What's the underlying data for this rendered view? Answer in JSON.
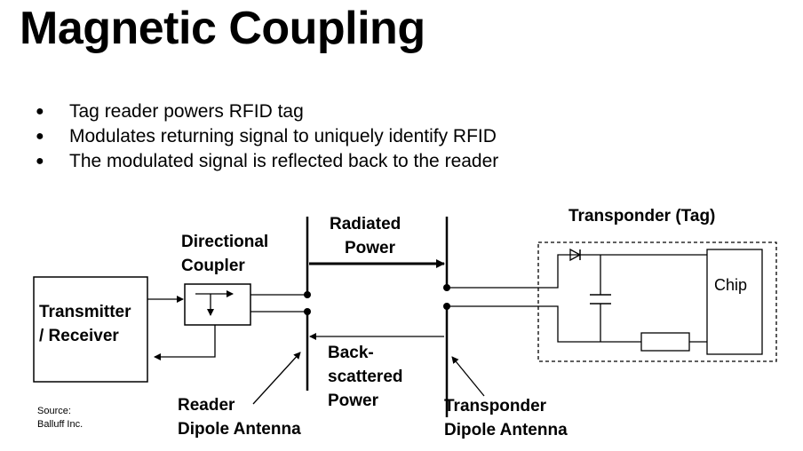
{
  "title": "Magnetic Coupling",
  "bullets": [
    "Tag reader powers RFID tag",
    "Modulates returning signal to uniquely identify RFID",
    "The modulated signal is reflected back to the reader"
  ],
  "diagram": {
    "transmitter": [
      "Transmitter",
      "/ Receiver"
    ],
    "coupler": [
      "Directional",
      "Coupler"
    ],
    "radiated": [
      "Radiated",
      "Power"
    ],
    "backscattered": [
      "Back-",
      "scattered",
      "Power"
    ],
    "reader_antenna": [
      "Reader",
      "Dipole Antenna"
    ],
    "transponder_antenna": [
      "Transponder",
      "Dipole Antenna"
    ],
    "transponder_tag": "Transponder (Tag)",
    "chip": "Chip",
    "source": [
      "Source:",
      "Balluff Inc."
    ]
  }
}
